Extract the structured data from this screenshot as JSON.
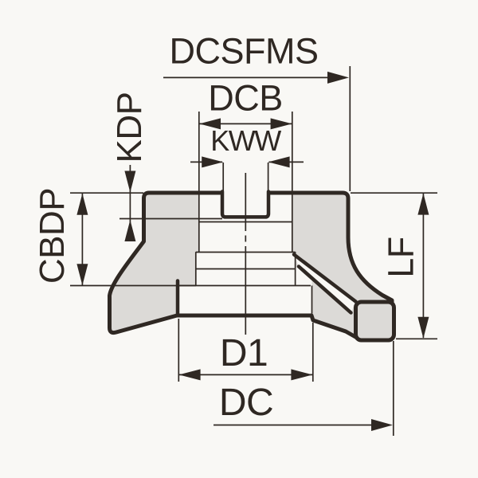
{
  "drawing": {
    "title": "face-mill-cutter-cross-section-dimension-diagram",
    "labels": {
      "dcsfms": "DCSFMS",
      "dcb": "DCB",
      "kww": "KWW",
      "kdp": "KDP",
      "cbdp": "CBDP",
      "lf": "LF",
      "d1": "D1",
      "dc": "DC"
    },
    "colors": {
      "line": "#2f2823",
      "fill": "#dcdad7",
      "background": "#f9f8f5"
    }
  }
}
